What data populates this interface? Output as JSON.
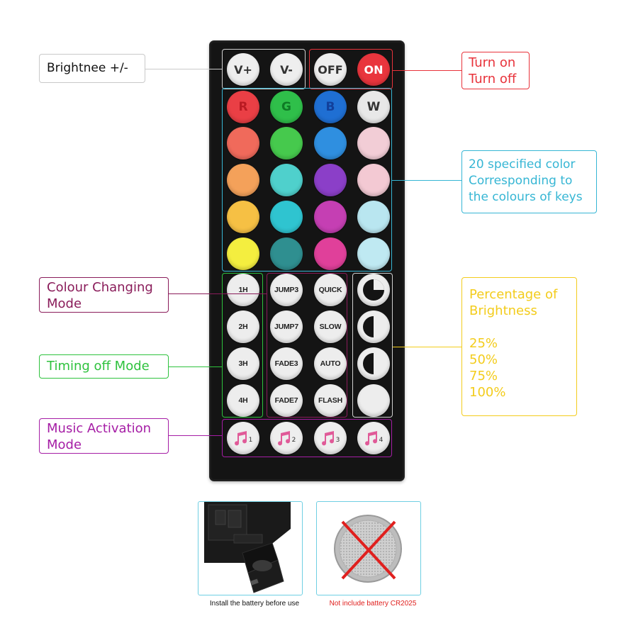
{
  "callouts": {
    "brightness": {
      "text": "Brightnee +/-",
      "color": "#c0c0c0",
      "text_color": "#111111"
    },
    "power": {
      "line1": "Turn on",
      "line2": "Turn off",
      "color": "#e8333b"
    },
    "colors": {
      "line1": "20 specified color",
      "line2": "Corresponding to",
      "line3": "the colours of keys",
      "color": "#36b6d4"
    },
    "colour_mode": {
      "line1": "Colour Changing",
      "line2": "Mode",
      "color": "#8a1c5a"
    },
    "timing": {
      "text": "Timing off Mode",
      "color": "#2ec23d"
    },
    "music": {
      "line1": "Music Activation",
      "line2": "Mode",
      "color": "#a51da5"
    },
    "percentage": {
      "line1": "Percentage of",
      "line2": "Brightness",
      "p1": "25%",
      "p2": "50%",
      "p3": "75%",
      "p4": "100%",
      "color": "#f3cc1c"
    }
  },
  "remote": {
    "top_buttons": [
      "V+",
      "V-",
      "OFF",
      "ON"
    ],
    "color_letters": [
      "R",
      "G",
      "B",
      "W"
    ],
    "letter_colors": [
      "#ea3f45",
      "#2fbf4a",
      "#1f6fd3",
      "#e8e8e8"
    ],
    "letter_text_colors": [
      "#b91a22",
      "#0f7a25",
      "#123f9a",
      "#333333"
    ],
    "color_rows": [
      [
        "#f06a5b",
        "#46c94d",
        "#2f8fe0",
        "#f2cdd6"
      ],
      [
        "#f4a15a",
        "#4fd0cc",
        "#8b3fc8",
        "#f3c9d3"
      ],
      [
        "#f6c044",
        "#2fc4d0",
        "#c53fb3",
        "#b9e6f0"
      ],
      [
        "#f4ee3f",
        "#2f8f90",
        "#e0409a",
        "#bfe9f2"
      ]
    ],
    "timer_buttons": [
      "1H",
      "2H",
      "3H",
      "4H"
    ],
    "mode_buttons": [
      [
        "JUMP3",
        "QUICK"
      ],
      [
        "JUMP7",
        "SLOW"
      ],
      [
        "FADE3",
        "AUTO"
      ],
      [
        "FADE7",
        "FLASH"
      ]
    ],
    "music_numbers": [
      "1",
      "2",
      "3",
      "4"
    ]
  },
  "bottom": {
    "left_caption": "Install the battery before use",
    "right_caption": "Not include battery CR2025",
    "right_caption_color": "#e0201e"
  }
}
